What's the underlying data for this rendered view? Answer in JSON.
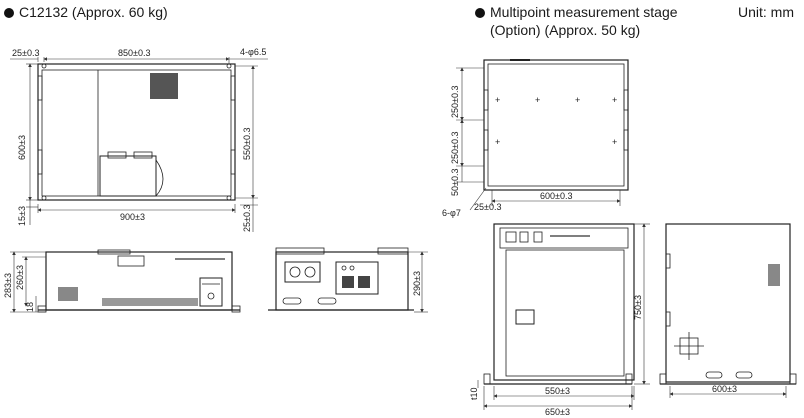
{
  "left_title": "C12132 (Approx. 60 kg)",
  "right_title_line1": "Multipoint measurement stage",
  "right_title_line2": "(Option) (Approx. 50 kg)",
  "unit": "Unit: mm",
  "dims": {
    "d_25_top": "25±0.3",
    "d_850": "850±0.3",
    "d_holes": "4-φ6.5",
    "d_600": "600±3",
    "d_550": "550±0.3",
    "d_15": "15±3",
    "d_900": "900±3",
    "d_25_right": "25±0.3",
    "d_283": "283±3",
    "d_260": "260±3",
    "d_18": "18",
    "d_290": "290±3",
    "s_250a": "250±0.3",
    "s_250b": "250±0.3",
    "s_50": "50±0.3",
    "s_600": "600±0.3",
    "s_holes": "6-φ7",
    "s_25": "25±0.3",
    "s_750": "750±3",
    "s_t10": "t10",
    "s_550": "550±3",
    "s_650": "650±3",
    "s_600_side": "600±3"
  }
}
